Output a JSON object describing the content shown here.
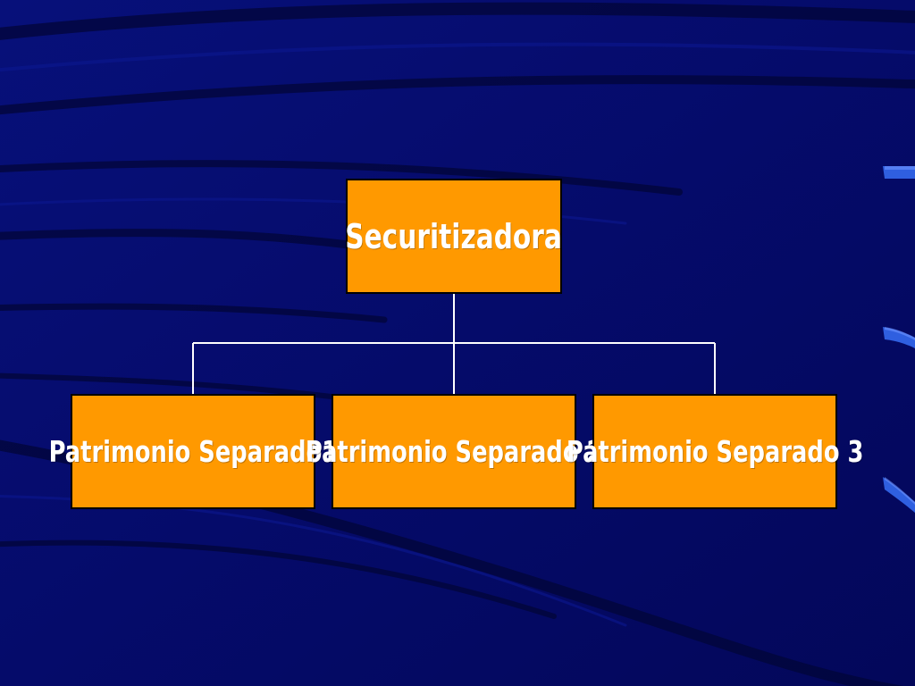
{
  "diagram": {
    "root": {
      "label": "Securitizadora"
    },
    "children": [
      {
        "label": "Patrimonio Separado1"
      },
      {
        "label": "Patrimonio Separado 2"
      },
      {
        "label": "Patrimonio Separado 3"
      }
    ]
  },
  "colors": {
    "background": "#060a6e",
    "box_fill": "#ff9900",
    "box_text": "#ffffff",
    "connector": "#ffffff",
    "accent": "#2f5fe0"
  }
}
